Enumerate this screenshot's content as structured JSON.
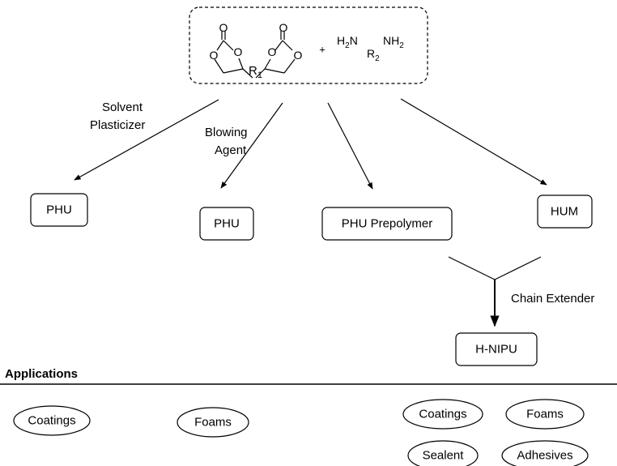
{
  "reagents": {
    "carbonate_atoms": [
      "O",
      "O",
      "O",
      "O",
      "O",
      "O"
    ],
    "linker_label": "R",
    "linker_subscript": "1",
    "plus": "+",
    "amine_h2n": "H",
    "amine_sub_a": "2",
    "amine_n1": "N",
    "amine_r": "R",
    "amine_sub_r": "2",
    "amine_nh": "NH",
    "amine_sub_b": "2"
  },
  "routes": {
    "route1_line1": "Solvent",
    "route1_line2": "Plasticizer",
    "route2_line1": "Blowing",
    "route2_line2": "Agent",
    "chain_extender": "Chain Extender"
  },
  "products": {
    "phu_1": "PHU",
    "phu_2": "PHU",
    "phu_prepolymer": "PHU Prepolymer",
    "hum": "HUM",
    "h_nipu": "H-NIPU"
  },
  "applications": {
    "heading": "Applications",
    "items": [
      "Coatings",
      "Foams",
      "Coatings",
      "Foams",
      "Sealent",
      "Adhesives"
    ]
  }
}
